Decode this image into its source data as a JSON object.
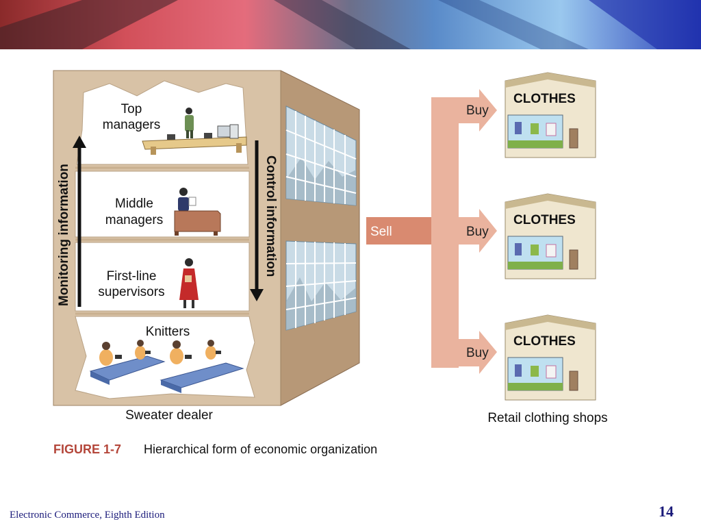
{
  "building": {
    "levels": [
      {
        "label": [
          "Top",
          "managers"
        ]
      },
      {
        "label": [
          "Middle",
          "managers"
        ]
      },
      {
        "label": [
          "First-line",
          "supervisors"
        ]
      },
      {
        "label": [
          "Knitters"
        ]
      }
    ],
    "left_arrow_label": "Monitoring information",
    "right_arrow_label": "Control information",
    "caption": "Sweater dealer"
  },
  "flow": {
    "sell_label": "Sell",
    "buy_label": "Buy"
  },
  "shops": {
    "sign_text": "CLOTHES",
    "count": 3,
    "caption": "Retail clothing shops"
  },
  "figure": {
    "number": "FIGURE 1-7",
    "title": "Hierarchical form of economic organization"
  },
  "footer": {
    "book": "Electronic Commerce, Eighth Edition",
    "page": "14"
  },
  "colors": {
    "wall": "#d8c2a6",
    "wall_side": "#b79877",
    "arrow": "#e8a48c",
    "figure_label": "#b4463a",
    "footer_text": "#1a1a7a"
  }
}
